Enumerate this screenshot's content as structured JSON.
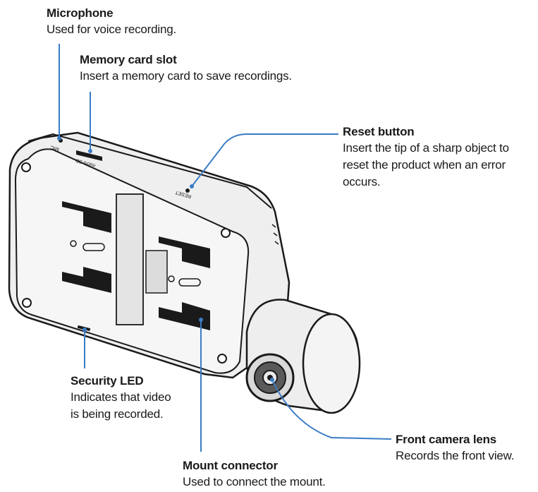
{
  "callouts": {
    "microphone": {
      "title": "Microphone",
      "desc": "Used for voice recording."
    },
    "memory_card_slot": {
      "title": "Memory card slot",
      "desc": "Insert a memory card to save recordings."
    },
    "reset_button": {
      "title": "Reset button",
      "desc": "Insert the tip of a sharp object to\nreset the product when an error\noccurs."
    },
    "security_led": {
      "title": "Security LED",
      "desc": "Indicates that video\nis being recorded."
    },
    "front_camera_lens": {
      "title": "Front camera lens",
      "desc": "Records the front view."
    },
    "mount_connector": {
      "title": "Mount connector",
      "desc": "Used to connect the mount."
    }
  },
  "device_markings": {
    "mic": "MIC",
    "micro_sd": "micro SD",
    "reset": "RESET"
  },
  "colors": {
    "leader_line": "#3b7cc4",
    "outline": "#1a1a1a",
    "body_fill": "#f2f2f2",
    "slot_fill": "#1a1a1a"
  }
}
